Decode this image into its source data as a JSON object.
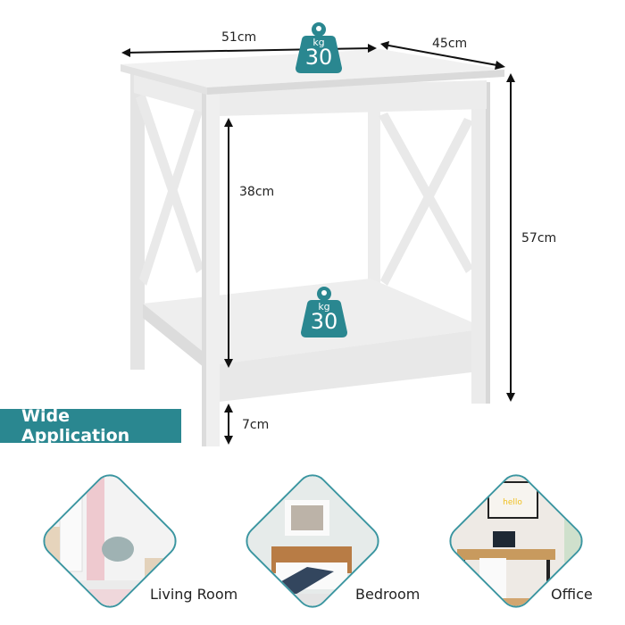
{
  "dimensions": {
    "width": "51cm",
    "depth": "45cm",
    "height": "57cm",
    "shelf_gap": "38cm",
    "leg_clearance": "7cm"
  },
  "load_badges": [
    {
      "unit": "kg",
      "value": "30",
      "location": "top"
    },
    {
      "unit": "kg",
      "value": "30",
      "location": "bottom-shelf"
    }
  ],
  "banner": {
    "label": "Wide Application"
  },
  "applications": [
    {
      "label": "Living Room"
    },
    {
      "label": "Bedroom"
    },
    {
      "label": "Office"
    }
  ],
  "colors": {
    "accent": "#2a8790",
    "table": "#f4f4f4",
    "table_shade": "#dedede"
  }
}
